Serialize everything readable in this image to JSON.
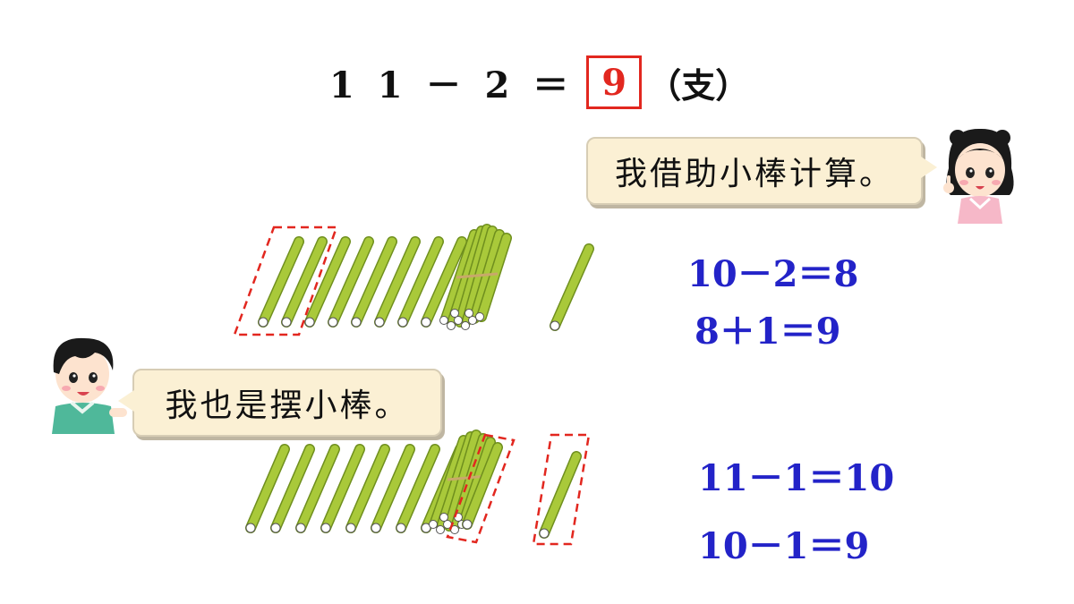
{
  "equation": {
    "lhs": "1 1 － 2 ＝",
    "answer": "9",
    "unit": "（支）",
    "answer_color": "#e2271f"
  },
  "girl_bubble": {
    "text": "我借助小棒计算。"
  },
  "boy_bubble": {
    "text": "我也是摆小棒。"
  },
  "girl_method": [
    "10－2＝8",
    "8＋1＝9"
  ],
  "boy_method": [
    "11－1＝10",
    "10－1＝9"
  ],
  "colors": {
    "stick": "#a9c93a",
    "stick_dark": "#6f8f1e",
    "dash_frame": "#e2271f",
    "equation_text": "#2323c8",
    "bubble_fill": "#fbf0d4"
  }
}
